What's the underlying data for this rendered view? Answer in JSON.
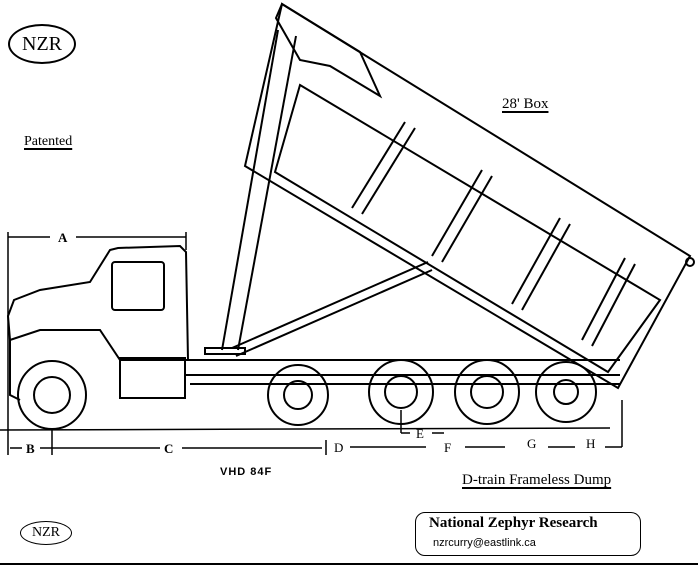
{
  "logo": {
    "top_text": "NZR",
    "bottom_text": "NZR"
  },
  "labels": {
    "patented": "Patented",
    "box": "28' Box",
    "model": "VHD 84F",
    "title": "D-train Frameless Dump"
  },
  "dimensions": {
    "A": "A",
    "B": "B",
    "C": "C",
    "D": "D",
    "E": "E",
    "F": "F",
    "G": "G",
    "H": "H"
  },
  "contact": {
    "organization": "National Zephyr Research",
    "email": "nzrcurry@eastlink.ca"
  }
}
